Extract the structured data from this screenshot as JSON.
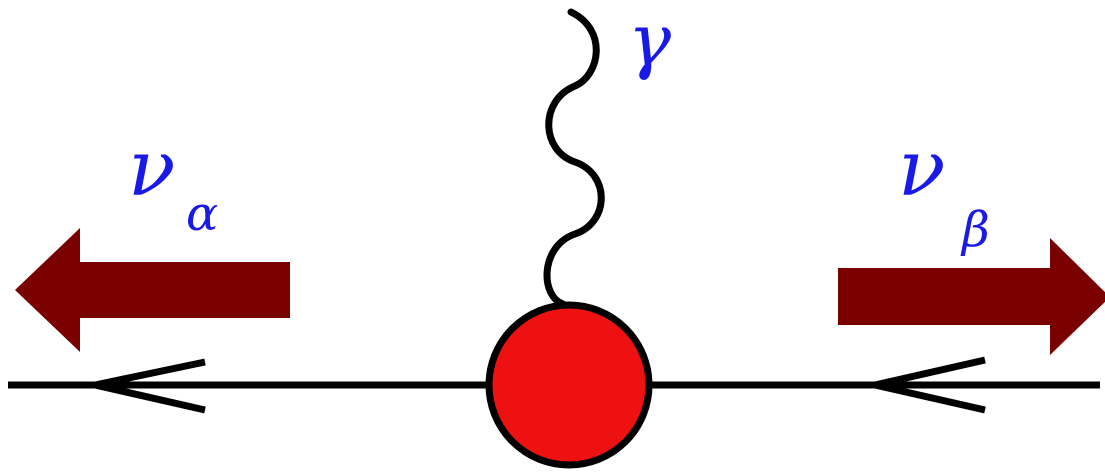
{
  "labels": {
    "photon": "γ",
    "left_neutrino_symbol": "ν",
    "left_neutrino_index": "α",
    "right_neutrino_symbol": "ν",
    "right_neutrino_index": "β"
  },
  "colors": {
    "vertex_fill": "#ee1111",
    "arrow_fill": "#7a0000",
    "label_text": "#1a1ae6",
    "lines": "#000000"
  }
}
